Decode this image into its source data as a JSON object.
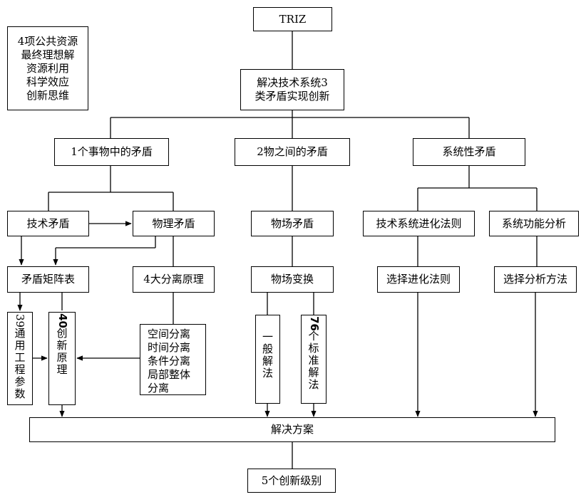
{
  "nodes": {
    "triz": "TRIZ",
    "core_1": "解决技术系统3",
    "core_2": "类矛盾实现创新",
    "type1": "1个事物中的矛盾",
    "type2": "2物之间的矛盾",
    "type3": "系统性矛盾",
    "tech_contradiction": "技术矛盾",
    "phys_contradiction": "物理矛盾",
    "substance_field": "物场矛盾",
    "evolution_laws": "技术系统进化法则",
    "function_analysis": "系统功能分析",
    "matrix": "矛盾矩阵表",
    "separation": "4大分离原理",
    "sf_transform": "物场变换",
    "choose_laws": "选择进化法则",
    "choose_methods": "选择分析方法",
    "params_39": {
      "num": "39",
      "text": [
        "通",
        "用",
        "工",
        "程",
        "参",
        "数"
      ]
    },
    "principles_40": {
      "num": "40",
      "text": [
        "创",
        "新",
        "原",
        "理"
      ]
    },
    "general_solutions": [
      "一",
      "般",
      "解",
      "法"
    ],
    "standard_76": {
      "num": "76",
      "text": [
        "个",
        "标",
        "准",
        "解",
        "法"
      ]
    },
    "separation_types": [
      "空间分离",
      "时间分离",
      "条件分离",
      "局部整体",
      "分离"
    ],
    "solution": "解决方案",
    "levels": "5个创新级别"
  },
  "resources": [
    "4项公共资源",
    "最终理想解",
    "资源利用",
    "科学效应",
    "创新思维"
  ]
}
